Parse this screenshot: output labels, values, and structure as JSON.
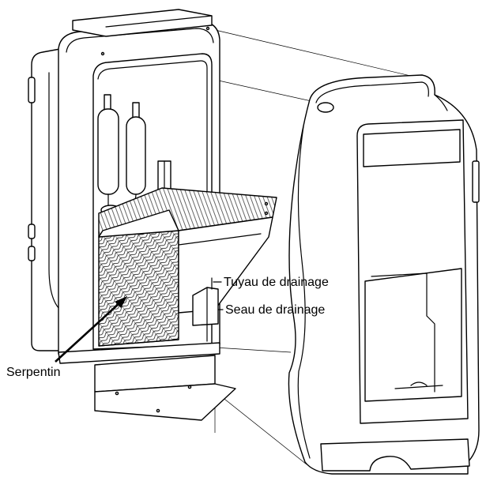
{
  "labels": {
    "drain_hose": "Tuyau de drainage",
    "drain_bucket": "Seau de drainage",
    "coil": "Serpentin"
  },
  "colors": {
    "line": "#000000",
    "background": "#ffffff"
  }
}
